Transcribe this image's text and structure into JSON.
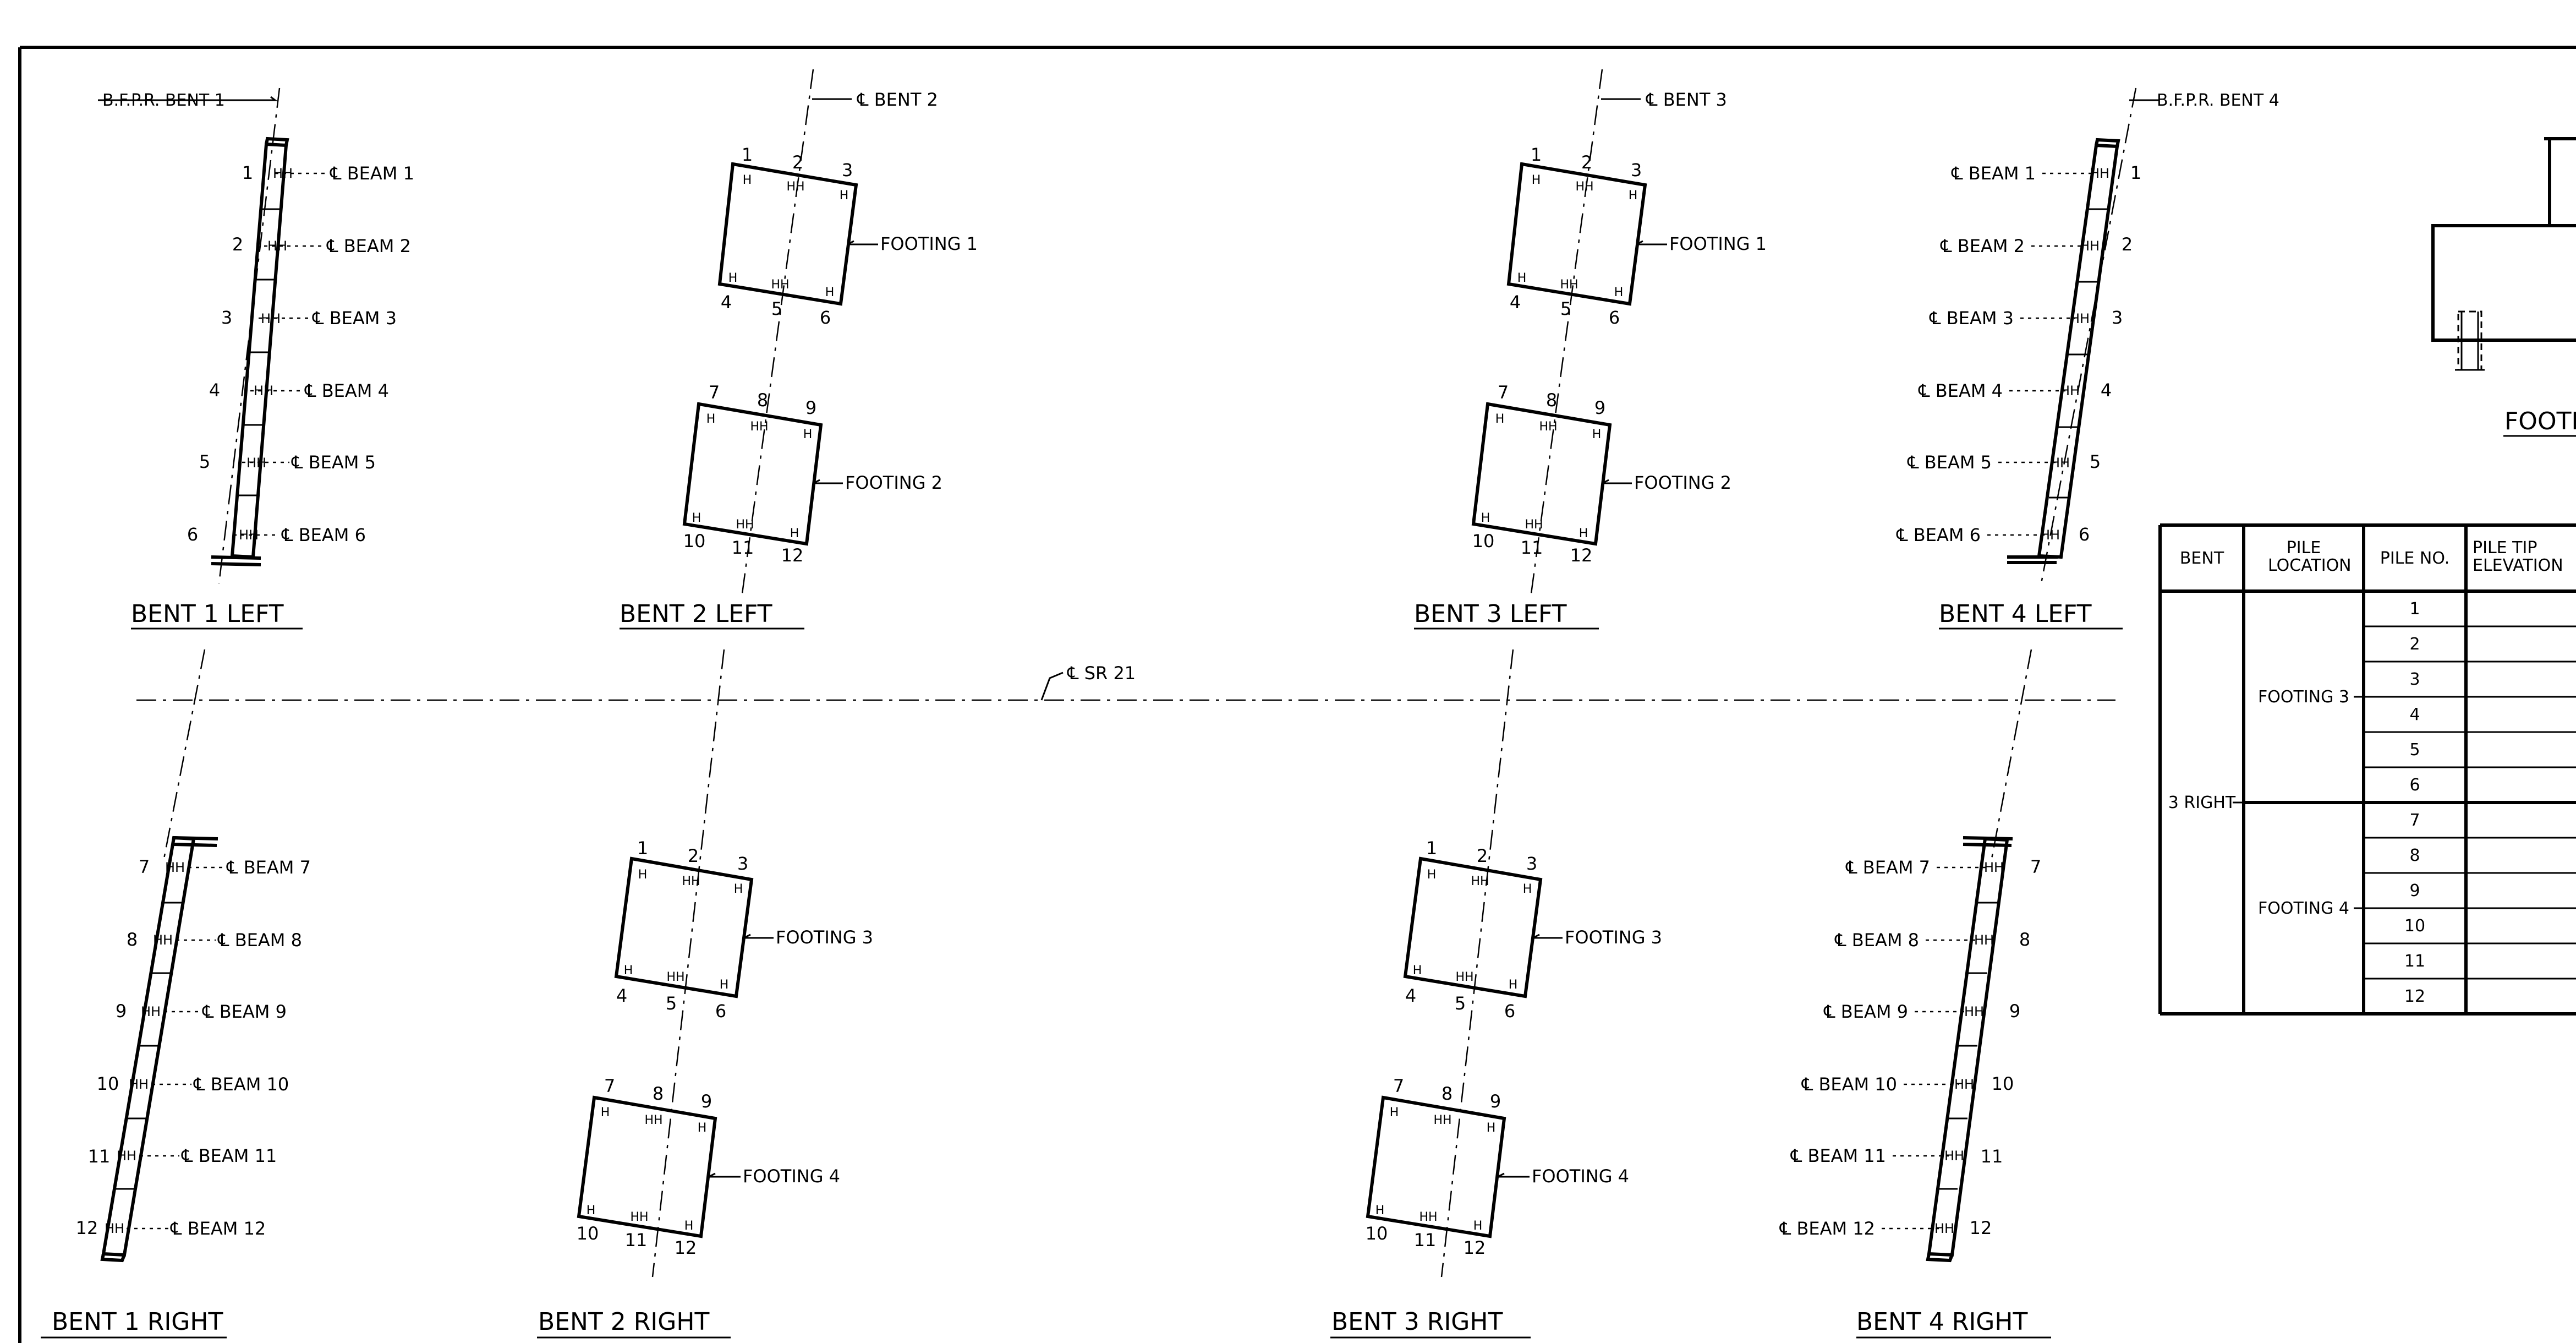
{
  "sr_label": "℄ SR 21",
  "sets": [
    {
      "title": "BENT 1 LEFT",
      "bfpr": "B.F.P.R. BENT 1",
      "piles": [
        "1",
        "2",
        "3",
        "4",
        "5",
        "6"
      ],
      "beams": [
        "℄ BEAM 1",
        "℄ BEAM 2",
        "℄ BEAM 3",
        "℄ BEAM 4",
        "℄ BEAM 5",
        "℄ BEAM 6"
      ]
    },
    {
      "title": "BENT 2 LEFT",
      "bent_cl": "℄ BENT 2",
      "footings": [
        {
          "label": "FOOTING 1",
          "top": [
            "1",
            "2",
            "3"
          ],
          "bot": [
            "4",
            "5",
            "6"
          ]
        },
        {
          "label": "FOOTING 2",
          "top": [
            "7",
            "8",
            "9"
          ],
          "bot": [
            "10",
            "11",
            "12"
          ]
        }
      ]
    },
    {
      "title": "BENT 3 LEFT",
      "bent_cl": "℄ BENT 3",
      "footings": [
        {
          "label": "FOOTING 1",
          "top": [
            "1",
            "2",
            "3"
          ],
          "bot": [
            "4",
            "5",
            "6"
          ]
        },
        {
          "label": "FOOTING 2",
          "top": [
            "7",
            "8",
            "9"
          ],
          "bot": [
            "10",
            "11",
            "12"
          ]
        }
      ]
    },
    {
      "title": "BENT 4 LEFT",
      "bfpr": "B.F.P.R. BENT 4",
      "piles": [
        "1",
        "2",
        "3",
        "4",
        "5",
        "6"
      ],
      "beams": [
        "℄ BEAM 1",
        "℄ BEAM 2",
        "℄ BEAM 3",
        "℄ BEAM 4",
        "℄ BEAM 5",
        "℄ BEAM 6"
      ]
    },
    {
      "title": "BENT 1 RIGHT",
      "piles": [
        "7",
        "8",
        "9",
        "10",
        "11",
        "12"
      ],
      "beams": [
        "℄ BEAM 7",
        "℄ BEAM 8",
        "℄ BEAM 9",
        "℄ BEAM 10",
        "℄ BEAM 11",
        "℄ BEAM 12"
      ]
    },
    {
      "title": "BENT 2 RIGHT",
      "footings": [
        {
          "label": "FOOTING 3",
          "top": [
            "1",
            "2",
            "3"
          ],
          "bot": [
            "4",
            "5",
            "6"
          ]
        },
        {
          "label": "FOOTING 4",
          "top": [
            "7",
            "8",
            "9"
          ],
          "bot": [
            "10",
            "11",
            "12"
          ]
        }
      ]
    },
    {
      "title": "BENT 3 RIGHT",
      "footings": [
        {
          "label": "FOOTING 3",
          "top": [
            "1",
            "2",
            "3"
          ],
          "bot": [
            "4",
            "5",
            "6"
          ]
        },
        {
          "label": "FOOTING 4",
          "top": [
            "7",
            "8",
            "9"
          ],
          "bot": [
            "10",
            "11",
            "12"
          ]
        }
      ]
    },
    {
      "title": "BENT 4 RIGHT",
      "piles": [
        "7",
        "8",
        "9",
        "10",
        "11",
        "12"
      ],
      "beams": [
        "℄ BEAM 7",
        "℄ BEAM 8",
        "℄ BEAM 9",
        "℄ BEAM 10",
        "℄ BEAM 11",
        "℄ BEAM 12"
      ]
    }
  ],
  "detail_title": "FOOTI",
  "table": {
    "headers": [
      "BENT",
      "PILE LOCATION",
      "PILE NO.",
      "PILE TIP ELEVATION"
    ],
    "bent": "3 RIGHT",
    "groups": [
      {
        "location": "FOOTING 3",
        "piles": [
          "1",
          "2",
          "3",
          "4",
          "5",
          "6"
        ]
      },
      {
        "location": "FOOTING 4",
        "piles": [
          "7",
          "8",
          "9",
          "10",
          "11",
          "12"
        ]
      }
    ]
  }
}
